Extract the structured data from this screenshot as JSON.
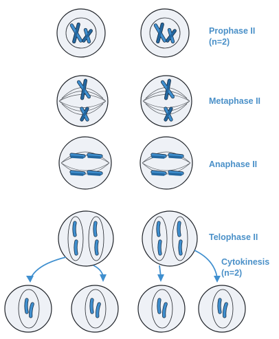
{
  "labels": {
    "prophase": "Prophase II",
    "prophase_n": "(n=2)",
    "metaphase": "Metaphase II",
    "anaphase": "Anaphase II",
    "telophase": "Telophase II",
    "cytokinesis": "Cytokinesis",
    "cytokinesis_n": "(n=2)"
  },
  "colors": {
    "label": "#4a90c8",
    "chromosome": "#3f8fcf",
    "chromosome_dark": "#24679f",
    "cell_fill": "#eef1f6",
    "outline": "#1e2228"
  }
}
